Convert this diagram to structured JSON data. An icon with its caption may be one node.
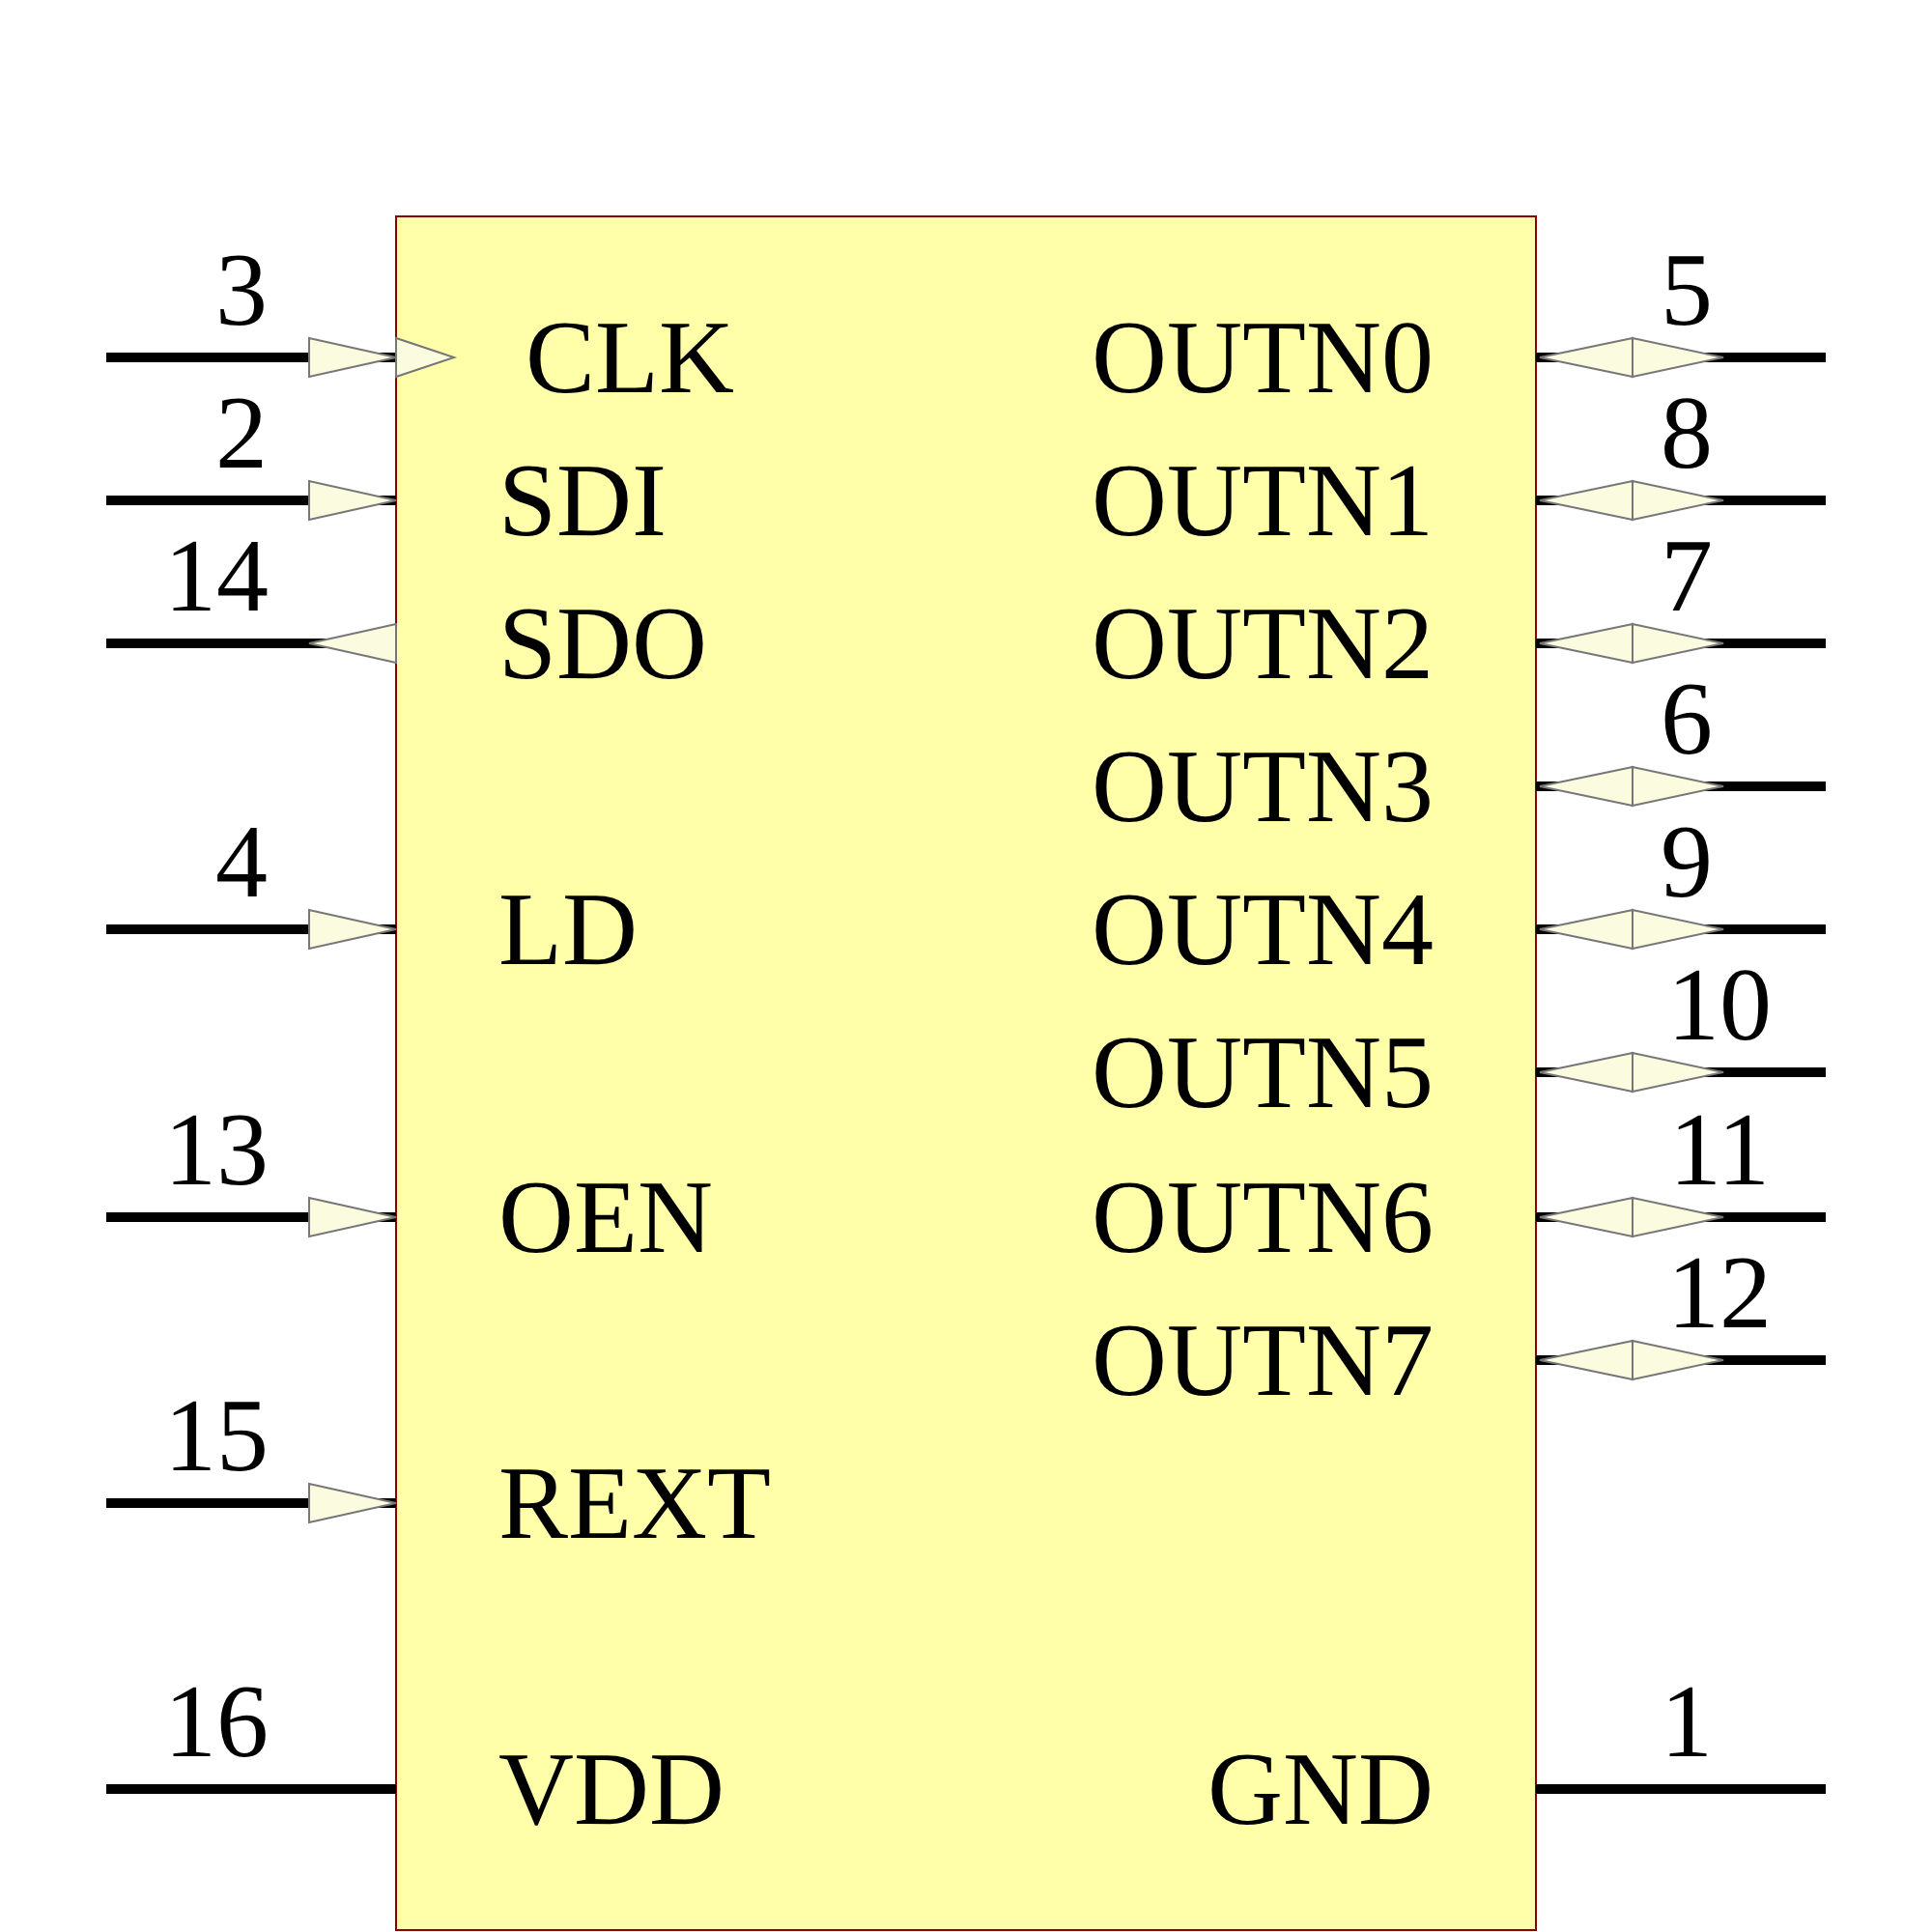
{
  "diagram": {
    "labels": [
      "3",
      "5",
      "CLK",
      "OUTN0",
      "2",
      "8",
      "SDI",
      "OUTN1",
      "14",
      "7",
      "SDO",
      "OUTN2",
      "6",
      "OUTN3",
      "4",
      "9",
      "LD",
      "OUTN4",
      "10",
      "OUTN5",
      "13",
      "11",
      "OEN",
      "OUTN6",
      "12",
      "OUTN7",
      "15",
      "REXT",
      "16",
      "1",
      "VDD",
      "GND"
    ]
  }
}
